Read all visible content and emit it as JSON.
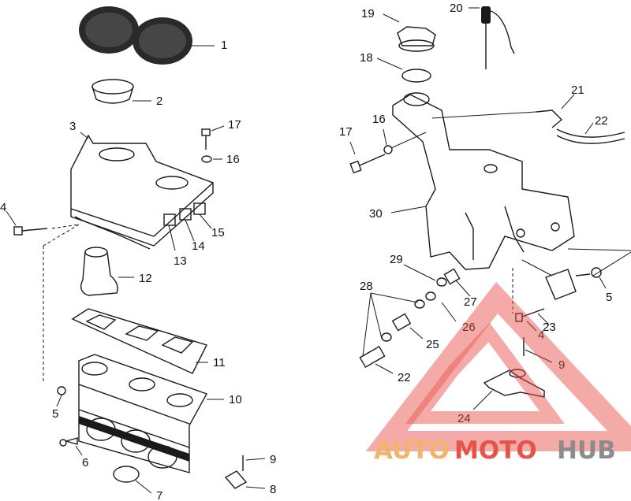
{
  "callouts": {
    "c1": "1",
    "c2": "2",
    "c3": "3",
    "c4a": "4",
    "c5a": "5",
    "c6": "6",
    "c7": "7",
    "c8": "8",
    "c9a": "9",
    "c10": "10",
    "c11": "11",
    "c12": "12",
    "c13": "13",
    "c14": "14",
    "c15": "15",
    "c16a": "16",
    "c17a": "17",
    "c19": "19",
    "c20": "20",
    "c18": "18",
    "c21": "21",
    "c22a": "22",
    "c16b": "16",
    "c17b": "17",
    "c30": "30",
    "c29": "29",
    "c27": "27",
    "c5b": "5",
    "c28": "28",
    "c26": "26",
    "c23": "23",
    "c4b": "4",
    "c25": "25",
    "c9b": "9",
    "c22b": "22",
    "c24": "24"
  },
  "watermark": {
    "auto": "AUTO",
    "moto": "MOTO",
    "hub": "HUB",
    "color_auto": "#f2b36b",
    "color_moto": "#e5534b",
    "color_hub": "#8c8c8c",
    "triangle_color": "#e84a44"
  }
}
